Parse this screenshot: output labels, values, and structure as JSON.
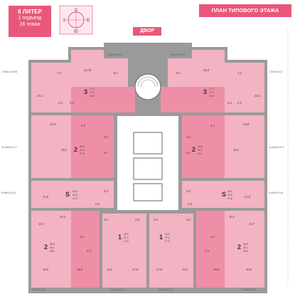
{
  "header": {
    "litera": "II ЛИТЕР",
    "podezd": "1 подъезд",
    "floors": "26 этажа",
    "plan_title": "ПЛАН ТИПОВОГО ЭТАЖА",
    "dvor": "ДВОР"
  },
  "compass": {
    "n": "С",
    "s": "Ю",
    "w": "З",
    "e": "В"
  },
  "colors": {
    "accent": "#e8587a",
    "pink": "#f3b3c2",
    "pink_dark": "#ef8fa7",
    "wall": "#9a9a9a"
  },
  "apartments": [
    {
      "id": "tl3",
      "rooms": "3",
      "areas": [
        "77,5",
        "72,5",
        "50,0"
      ]
    },
    {
      "id": "tr3",
      "rooms": "3",
      "areas": [
        "77,3",
        "72,4",
        "50,0"
      ]
    },
    {
      "id": "ml2",
      "rooms": "2",
      "areas": [
        "53,6",
        "42,0",
        "27,8"
      ]
    },
    {
      "id": "mr2",
      "rooms": "2",
      "areas": [
        "53,6",
        "42,0",
        "28,1"
      ]
    },
    {
      "id": "sl",
      "rooms": "S",
      "areas": [
        "26,0",
        "24,5",
        "17,8"
      ]
    },
    {
      "id": "sr",
      "rooms": "S",
      "areas": [
        "26,0",
        "24,5",
        "17,8"
      ]
    },
    {
      "id": "bl2",
      "rooms": "2",
      "areas": [
        "46,8",
        "45,1",
        "28,0"
      ]
    },
    {
      "id": "br2",
      "rooms": "2",
      "areas": [
        "46,8",
        "45,1",
        "28,0"
      ]
    },
    {
      "id": "b1a",
      "rooms": "1",
      "areas": [
        "40,5",
        "37,2",
        "17,5"
      ]
    },
    {
      "id": "b1b",
      "rooms": "1",
      "areas": [
        "40,5",
        "37,2",
        "17,5"
      ]
    }
  ],
  "balconies": {
    "top_l": "3,6х0,5=1,8",
    "top_r": "3,6х0,5=1,8",
    "left_top": "7,3х0,5=3,65",
    "right_top": "7,3х0,5=3,7",
    "left_mid": "11,4х0,5=5,7",
    "right_mid": "11,4х0,5=5,7",
    "left_s": "6,9х0,5=3,5",
    "right_s": "6,9х0,5=3,5",
    "left_bot": "7,0х0,5=3,5",
    "right_bot": "7,0х0,5=3,5",
    "bot_l": "14,2х0,5=7,1",
    "bot_r": "14,2х0,5=7,1"
  },
  "rooms": {
    "tl": [
      "7,4",
      "32,75",
      "9,1",
      "10,4",
      "2,2",
      "3,2"
    ],
    "tr": [
      "9,1",
      "33,4",
      "7,4",
      "3,2",
      "2,2",
      "10,4"
    ],
    "ml": [
      "13,9",
      "6,4",
      "18,1",
      "4,5",
      "5,1"
    ],
    "mr": [
      "6,4",
      "13,9",
      "18,1",
      "4,5",
      "5,1"
    ],
    "sl": [
      "17,9",
      "2,8",
      "3,9"
    ],
    "sr": [
      "17,9",
      "2,8",
      "3,9"
    ],
    "bl": [
      "10,2",
      "12,7",
      "4,6",
      "19,9",
      "19,5",
      "2,3"
    ],
    "br": [
      "10,2",
      "12,7",
      "4,6",
      "16,9",
      "19,5",
      "2,3"
    ],
    "b1a": [
      "3,6",
      "11,0",
      "17,6",
      "3,9"
    ],
    "b1b": [
      "3,9",
      "17,6",
      "11,0",
      "3,6"
    ]
  }
}
